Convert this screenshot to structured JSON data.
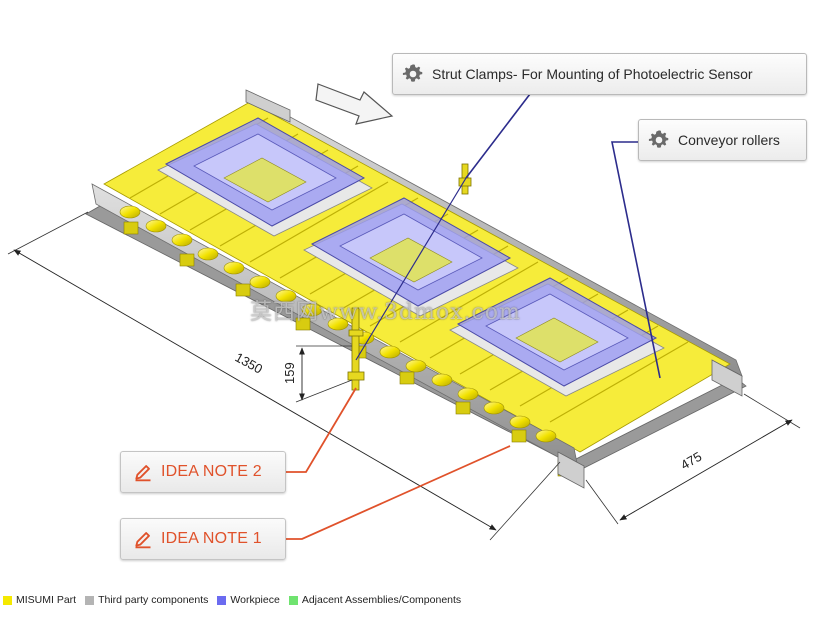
{
  "callouts": {
    "strut_clamps": "Strut Clamps- For Mounting of Photoelectric Sensor",
    "conveyor_rollers": "Conveyor rollers",
    "idea_note_2": "IDEA NOTE 2",
    "idea_note_1": "IDEA NOTE 1"
  },
  "dimensions": {
    "length": "1350",
    "height": "159",
    "width": "475"
  },
  "watermark": "莫西网www.3dmox.com",
  "legend": [
    {
      "label": "MISUMI Part",
      "color": "#f5e900"
    },
    {
      "label": "Third party components",
      "color": "#b4b4b4"
    },
    {
      "label": "Workpiece",
      "color": "#6b6bf0"
    },
    {
      "label": "Adjacent Assemblies/Components",
      "color": "#6fe36f"
    }
  ],
  "colors": {
    "misumi": "#f5e900",
    "frame": "#b4b4b4",
    "workpiece": "#8f8ff0",
    "leader_blue": "#2c2c8c",
    "leader_orange": "#e0522b"
  },
  "icons": {
    "callout": "gear-icon",
    "idea": "pencil-icon",
    "direction": "arrow-right-icon"
  }
}
